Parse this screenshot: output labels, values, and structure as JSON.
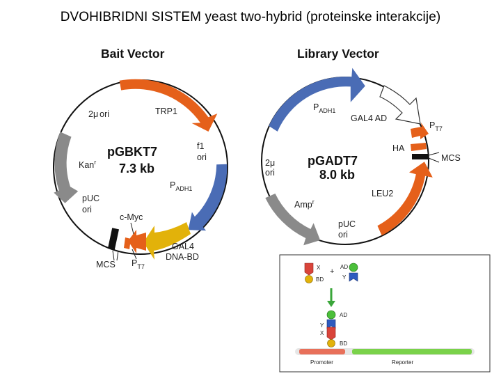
{
  "page": {
    "title": "DVOHIBRIDNI SISTEM yeast two-hybrid (proteinske interakcije)"
  },
  "bait": {
    "heading": "Bait Vector",
    "name": "pGBKT7",
    "size": "7.3 kb",
    "labels": {
      "ori2mu_a": "2",
      "ori2mu_b": "μ",
      "ori2mu_c": "ori",
      "trp1": "TRP1",
      "f1_a": "f1",
      "f1_b": "ori",
      "kan_a": "Kan",
      "kan_b": "r",
      "padh1_a": "P",
      "padh1_b": "ADH1",
      "puc_a": "pUC",
      "puc_b": "ori",
      "cmyc": "c-Myc",
      "gal4_a": "GAL4",
      "gal4_b": "DNA-BD",
      "mcs": "MCS",
      "pt7_a": "P",
      "pt7_b": "T7"
    }
  },
  "library": {
    "heading": "Library Vector",
    "name": "pGADT7",
    "size": "8.0 kb",
    "labels": {
      "padh1_a": "P",
      "padh1_b": "ADH1",
      "gal4ad": "GAL4 AD",
      "pt7_a": "P",
      "pt7_b": "T7",
      "ha": "HA",
      "mcs": "MCS",
      "ori2mu_a": "2",
      "ori2mu_b": "μ",
      "ori2mu_c": "ori",
      "leu2": "LEU2",
      "amp_a": "Amp",
      "amp_b": "r",
      "puc_a": "pUC",
      "puc_b": "ori"
    }
  },
  "inset": {
    "x": "X",
    "bd": "BD",
    "plus": "+",
    "ad": "AD",
    "y": "Y",
    "ad2": "AD",
    "y2": "Y",
    "x2": "X",
    "bd2": "BD",
    "promoter": "Promoter",
    "reporter": "Reporter"
  },
  "colors": {
    "orange": "#e5601a",
    "blue": "#4a6cb5",
    "gray": "#8a8a8a",
    "yellow": "#e2b20a",
    "green": "#4bbf3a",
    "red": "#d9443a",
    "black": "#111111",
    "white": "#ffffff"
  }
}
